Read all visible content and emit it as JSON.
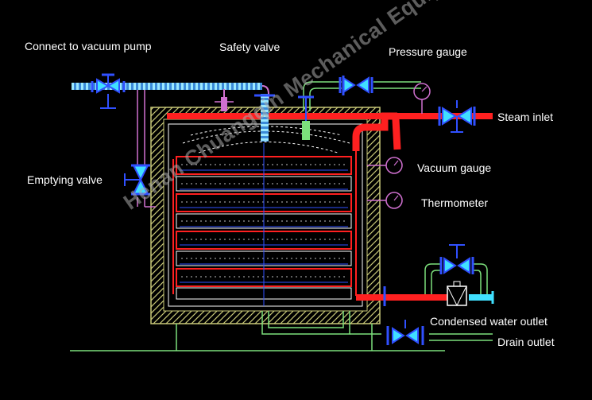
{
  "labels": {
    "vacuum_pump": "Connect to vacuum pump",
    "safety_valve": "Safety valve",
    "pressure_gauge": "Pressure gauge",
    "steam_inlet": "Steam inlet",
    "emptying_valve": "Emptying valve",
    "vacuum_gauge": "Vacuum gauge",
    "thermometer": "Thermometer",
    "condensed_outlet": "Condensed water outlet",
    "drain_outlet": "Drain outlet"
  },
  "watermark": "Henan Chuangqin Mechanical Equipment Co., Ltd",
  "colors": {
    "background": "#000000",
    "steam_pipe": "#ff2020",
    "insulation": "#c8c878",
    "pipe_green": "#7ce07c",
    "valve_blue": "#3050ff",
    "valve_cyan": "#40e0ff",
    "pipe_cyan": "#60d0ff",
    "gauge_magenta": "#d070d0",
    "text": "#ffffff"
  }
}
